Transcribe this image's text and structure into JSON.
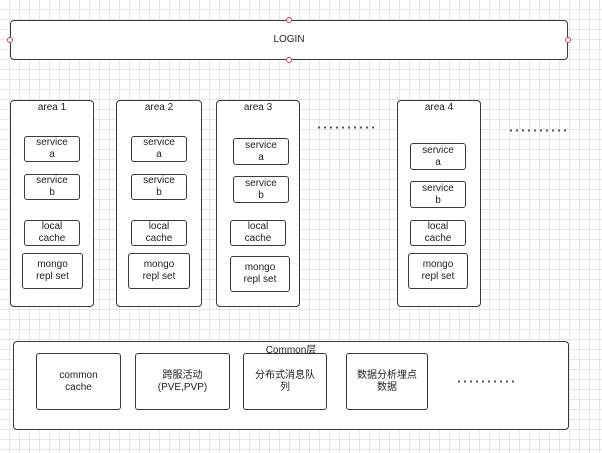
{
  "login": {
    "label": "LOGIN"
  },
  "areas": [
    {
      "title": "area 1",
      "items": [
        "service\na",
        "service\nb",
        "local\ncache",
        "mongo\nrepl set"
      ]
    },
    {
      "title": "area 2",
      "items": [
        "service\na",
        "service\nb",
        "local\ncache",
        "mongo\nrepl set"
      ]
    },
    {
      "title": "area 3",
      "items": [
        "service\na",
        "service\nb",
        "local\ncache",
        "mongo\nrepl set"
      ]
    },
    {
      "title": "area 4",
      "items": [
        "service\na",
        "service\nb",
        "local\ncache",
        "mongo\nrepl set"
      ]
    }
  ],
  "common": {
    "title": "Common层",
    "items": [
      "common\ncache",
      "跨服活动\n(PVE,PVP)",
      "分布式消息队\n列",
      "数据分析埋点\n数据"
    ]
  }
}
